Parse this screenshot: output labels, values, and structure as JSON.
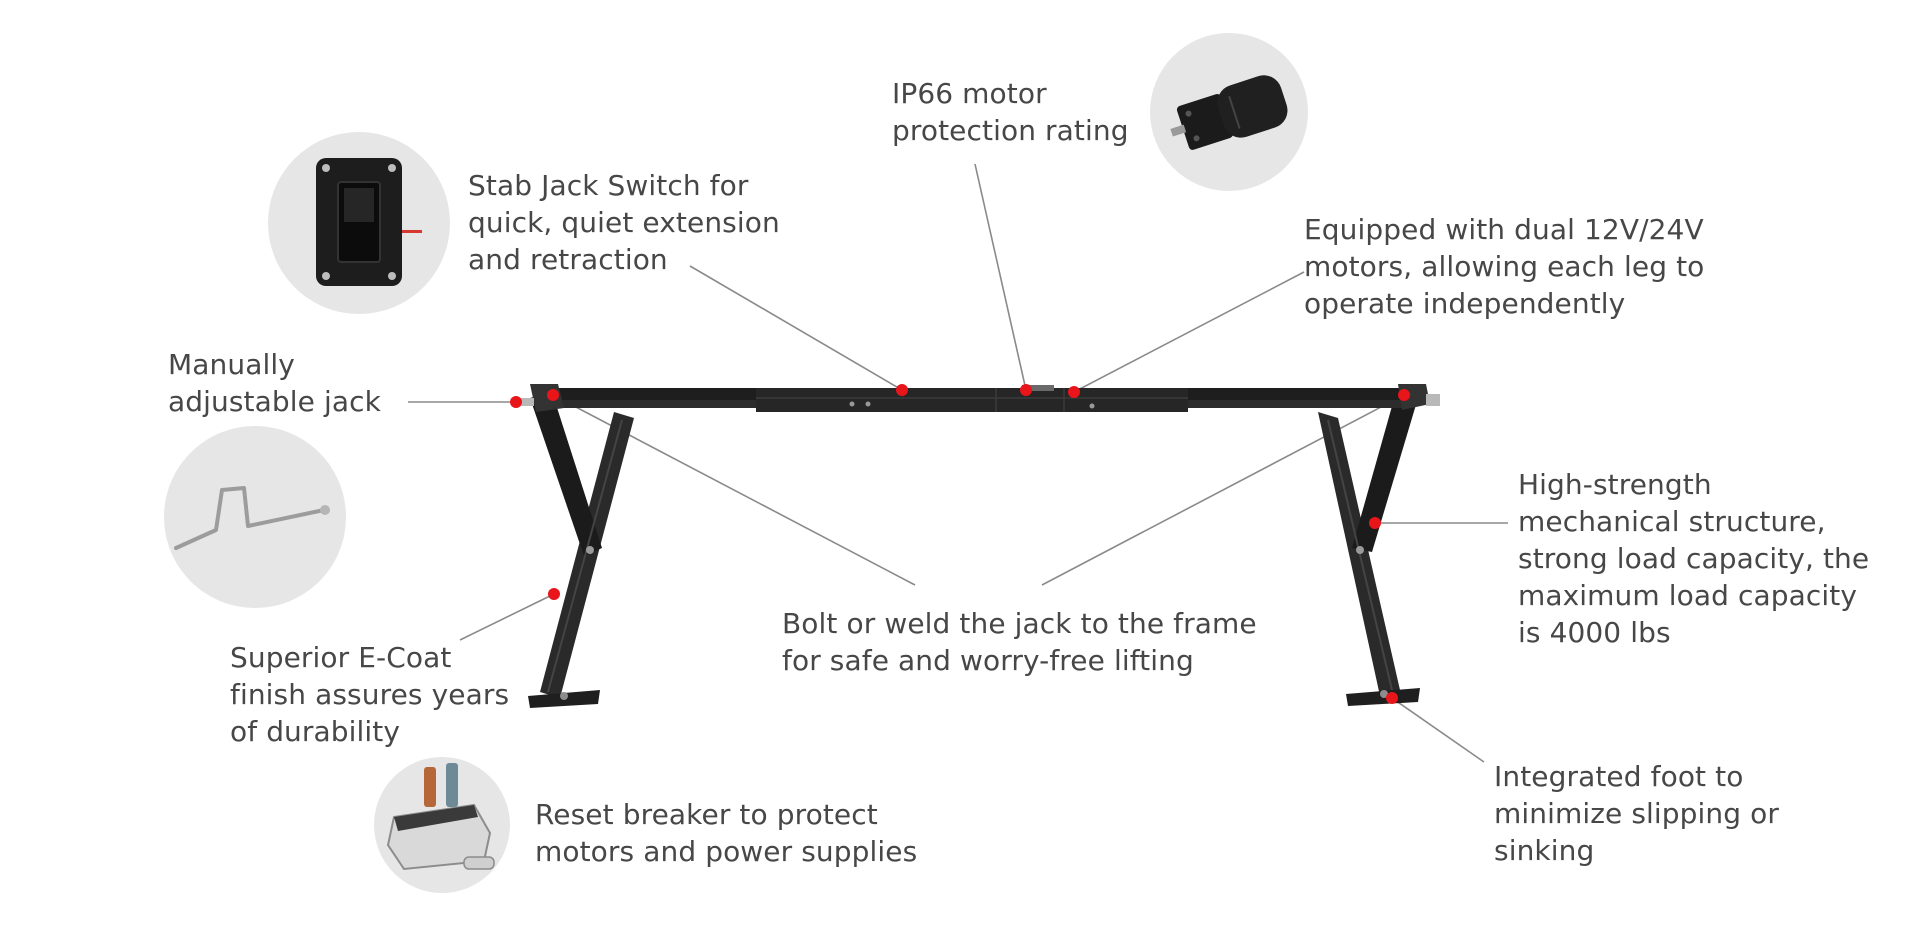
{
  "callouts": {
    "switch": "Stab Jack Switch for\nquick, quiet extension\nand retraction",
    "motor": "IP66 motor\nprotection rating",
    "dual_motors": "Equipped with dual 12V/24V\nmotors, allowing each leg to\noperate independently",
    "manual_jack": "Manually\nadjustable jack",
    "bolt_weld": "Bolt or weld the jack to the frame\nfor safe and worry-free lifting",
    "structure": "High-strength\nmechanical structure,\nstrong load capacity, the\nmaximum load capacity\nis 4000 lbs",
    "ecoat": "Superior E-Coat\nfinish assures years\nof durability",
    "foot": "Integrated foot to\nminimize slipping or\nsinking",
    "breaker": "Reset breaker to protect\nmotors and power supplies"
  },
  "colors": {
    "marker": "#e8151b",
    "leader": "#8a8a8a",
    "steel": "#1f1f1f",
    "thumb_bg": "#e6e6e6"
  },
  "icons": [
    "switch-panel-icon",
    "motor-icon",
    "hand-crank-icon",
    "circuit-breaker-icon"
  ]
}
